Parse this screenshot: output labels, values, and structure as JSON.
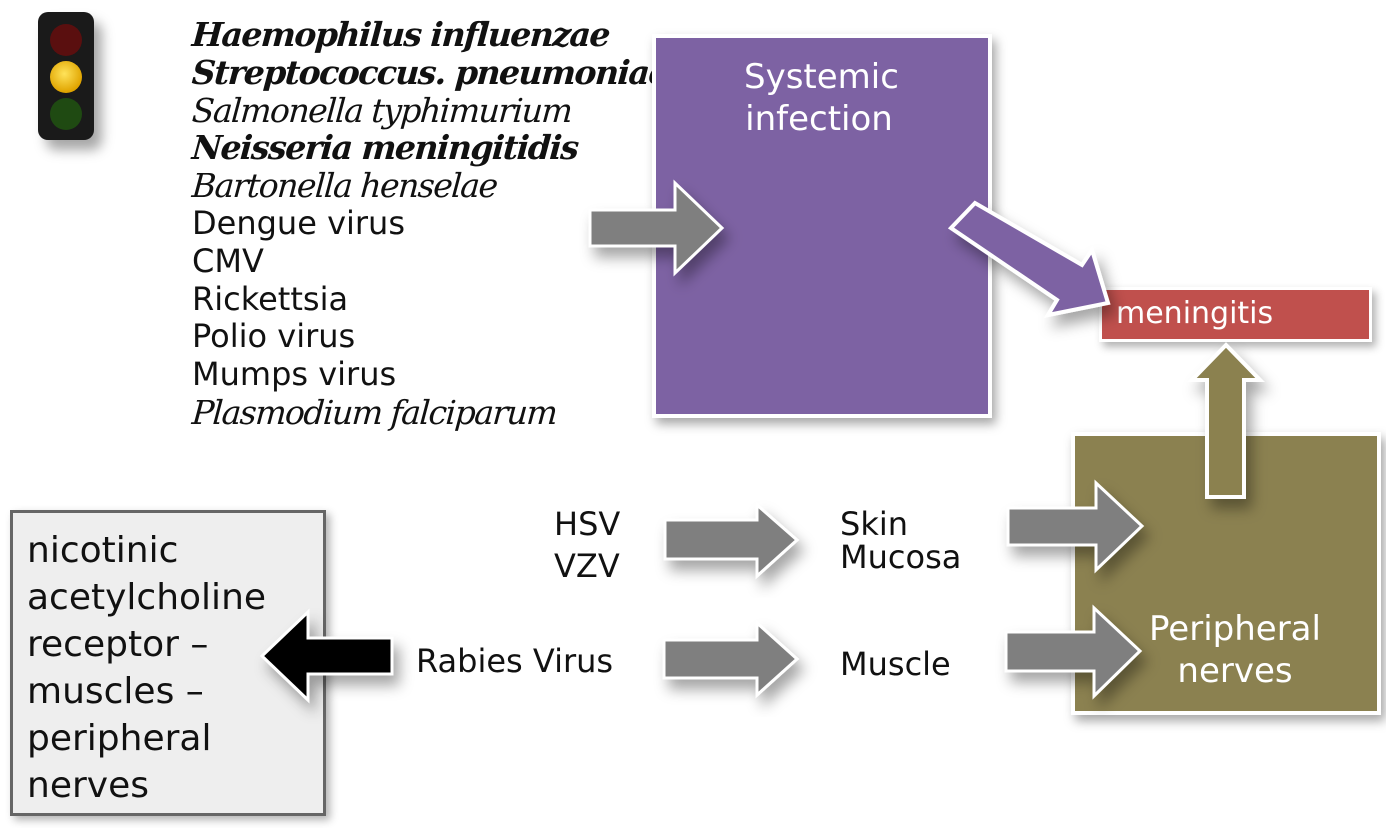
{
  "pathogens": {
    "items": [
      {
        "text": "Haemophilus influenzae",
        "style": "italic-bold"
      },
      {
        "text": "Streptococcus. pneumoniae",
        "style": "italic-bold"
      },
      {
        "text": "Salmonella typhimurium",
        "style": "italic"
      },
      {
        "text": "Neisseria meningitidis",
        "style": "italic-bold"
      },
      {
        "text": "Bartonella henselae",
        "style": "italic"
      },
      {
        "text": "Dengue virus",
        "style": "plain"
      },
      {
        "text": "CMV",
        "style": "plain"
      },
      {
        "text": "Rickettsia",
        "style": "plain"
      },
      {
        "text": "Polio virus",
        "style": "plain"
      },
      {
        "text": "Mumps virus",
        "style": "plain"
      },
      {
        "text": "Plasmodium falciparum",
        "style": "italic"
      }
    ]
  },
  "boxes": {
    "systemic": "Systemic infection",
    "meningitis": "meningitis",
    "peripheral": "Peripheral nerves",
    "nachr_lines": [
      "nicotinic",
      "acetylcholine",
      "receptor –",
      "muscles –",
      "peripheral",
      "nerves"
    ]
  },
  "labels": {
    "hsv": "HSV",
    "vzv": "VZV",
    "skin": "Skin",
    "mucosa": "Mucosa",
    "rabies": "Rabies Virus",
    "muscle": "Muscle"
  },
  "colors": {
    "systemic": "#7d62a3",
    "meningitis": "#c0504d",
    "peripheral": "#8b8150",
    "arrow_gray": "#7f7f7f",
    "arrow_black": "#000000"
  },
  "icons": {
    "status": "traffic-light-yellow-icon"
  }
}
